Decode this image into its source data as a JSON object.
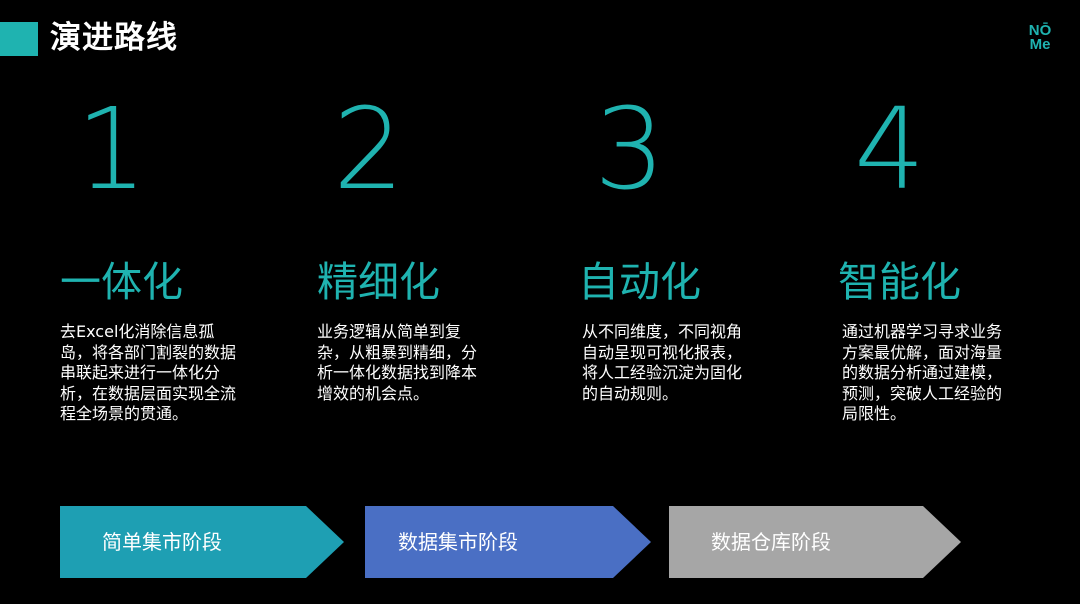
{
  "header": {
    "title": "演进路线",
    "logo_top": "NŌ",
    "logo_bottom": "Me"
  },
  "colors": {
    "accent": "#1fb3b0",
    "phase_1": "#1e9fb3",
    "phase_2": "#4a6fc4",
    "phase_3": "#a6a6a6"
  },
  "stages": [
    {
      "number": "1",
      "heading": "一体化",
      "description": "去Excel化消除信息孤岛，将各部门割裂的数据串联起来进行一体化分析，在数据层面实现全流程全场景的贯通。"
    },
    {
      "number": "2",
      "heading": "精细化",
      "description": "业务逻辑从简单到复杂，从粗暴到精细，分析一体化数据找到降本增效的机会点。"
    },
    {
      "number": "3",
      "heading": "自动化",
      "description": "从不同维度，不同视角自动呈现可视化报表，将人工经验沉淀为固化的自动规则。"
    },
    {
      "number": "4",
      "heading": "智能化",
      "description": "通过机器学习寻求业务方案最优解，面对海量的数据分析通过建模，预测，突破人工经验的局限性。"
    }
  ],
  "phases": [
    {
      "label": "简单集市阶段"
    },
    {
      "label": "数据集市阶段"
    },
    {
      "label": "数据仓库阶段"
    }
  ]
}
